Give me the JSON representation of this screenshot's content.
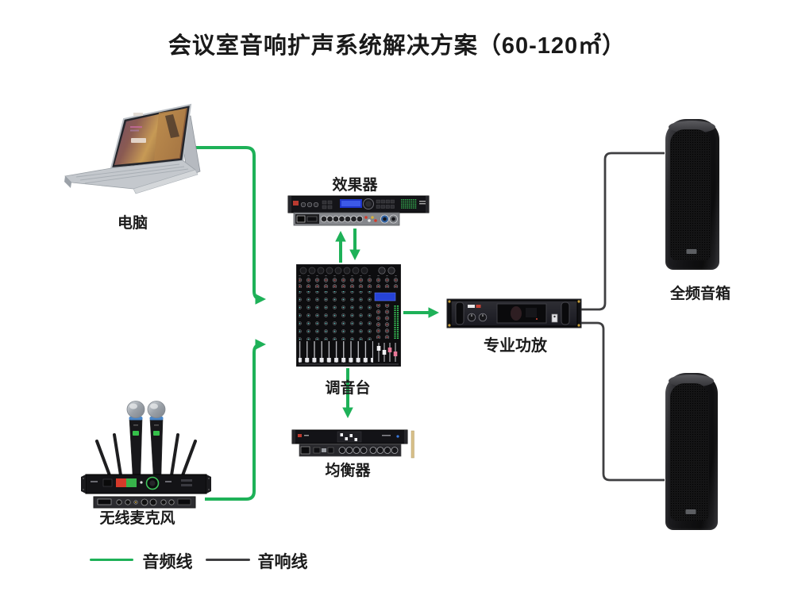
{
  "title": "会议室音响扩声系统解决方案（60-120㎡）",
  "nodes": {
    "computer": {
      "label": "电脑"
    },
    "wireless_mic": {
      "label": "无线麦克风"
    },
    "effects": {
      "label": "效果器"
    },
    "mixer": {
      "label": "调音台"
    },
    "equalizer": {
      "label": "均衡器"
    },
    "amplifier": {
      "label": "专业功放"
    },
    "speakers": {
      "label": "全频音箱"
    }
  },
  "legend": [
    {
      "label": "音频线",
      "color": "#1eb158"
    },
    {
      "label": "音响线",
      "color": "#3f3f41"
    }
  ],
  "connections": [
    {
      "from": "computer",
      "to": "mixer",
      "cable": "音频线"
    },
    {
      "from": "wireless_mic",
      "to": "mixer",
      "cable": "音频线"
    },
    {
      "from": "mixer",
      "to": "effects",
      "cable": "音频线",
      "bidirectional": true
    },
    {
      "from": "mixer",
      "to": "equalizer",
      "cable": "音频线"
    },
    {
      "from": "mixer",
      "to": "amplifier",
      "cable": "音频线"
    },
    {
      "from": "amplifier",
      "to": "speaker-top",
      "cable": "音响线"
    },
    {
      "from": "amplifier",
      "to": "speaker-bottom",
      "cable": "音响线"
    }
  ],
  "colors": {
    "audio": "#1eb158",
    "speaker_wire": "#3f3f41",
    "background": "#ffffff"
  }
}
